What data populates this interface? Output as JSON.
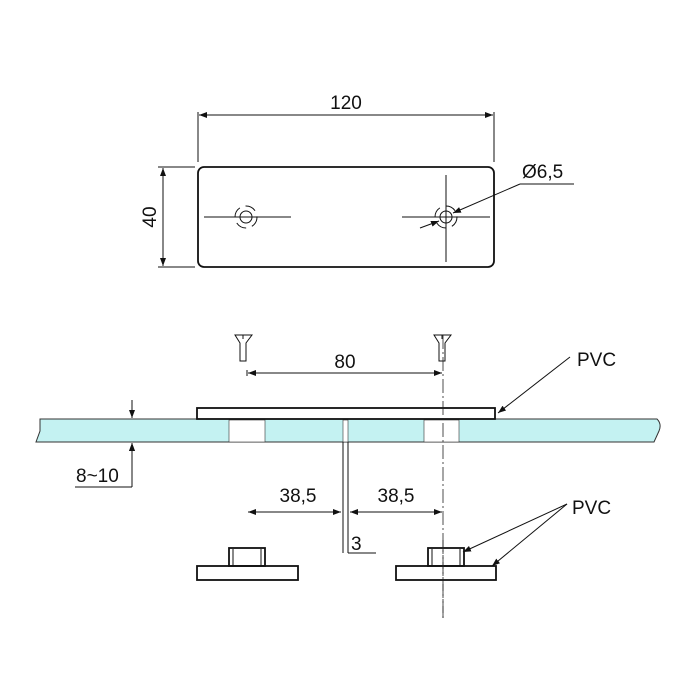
{
  "top_view": {
    "width_dim": "120",
    "height_dim": "40",
    "hole_dim": "Ø6,5"
  },
  "side_view": {
    "spacing_dim": "80",
    "thickness_dim": "8~10",
    "left_offset_dim": "38,5",
    "right_offset_dim": "38,5",
    "gap_dim": "3",
    "cover_material": "PVC",
    "insert_material": "PVC"
  },
  "colors": {
    "glass": "#c4f2f2",
    "line": "#111111"
  }
}
